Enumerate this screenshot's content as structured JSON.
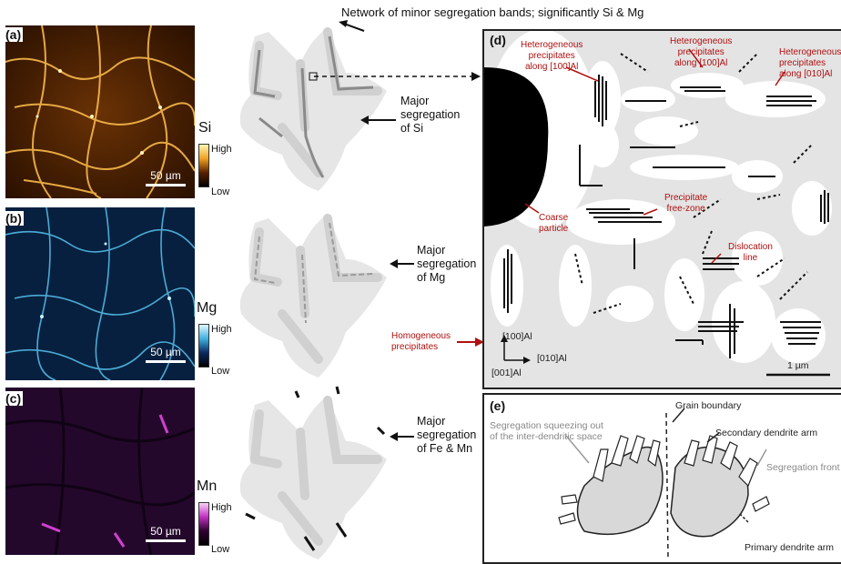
{
  "panels": {
    "a": {
      "label": "(a)",
      "element": "Si",
      "high": "High",
      "low": "Low",
      "scale": "50 µm"
    },
    "b": {
      "label": "(b)",
      "element": "Mg",
      "high": "High",
      "low": "Low",
      "scale": "50 µm"
    },
    "c": {
      "label": "(c)",
      "element": "Mn",
      "high": "High",
      "low": "Low",
      "scale": "50 µm"
    },
    "d": {
      "label": "(d)",
      "scale": "1 µm"
    },
    "e": {
      "label": "(e)"
    }
  },
  "annotations": {
    "network": "Network of minor segregation bands; significantly Si & Mg",
    "major_si": [
      "Major",
      "segregation",
      "of Si"
    ],
    "major_mg": [
      "Major",
      "segregation",
      "of Mg"
    ],
    "major_femn": [
      "Major",
      "segregation",
      "of Fe & Mn"
    ],
    "homogeneous": [
      "Homogeneous",
      "precipitates"
    ]
  },
  "panel_d": {
    "het100": [
      "Heterogeneous",
      "precipitates",
      "along [100]Al"
    ],
    "het100b": [
      "Heterogeneous",
      "precipitates",
      "along [100]Al"
    ],
    "het010": [
      "Heterogeneous",
      "precipitates",
      "along [010]Al"
    ],
    "coarse": [
      "Coarse",
      "particle"
    ],
    "pfz": [
      "Precipitate",
      "free-zone"
    ],
    "dislocation": [
      "Dislocation",
      "line"
    ],
    "axis_100": "[100]Al",
    "axis_010": "[010]Al",
    "axis_001": "[001]Al"
  },
  "panel_e": {
    "grain_boundary": "Grain boundary",
    "squeeze": [
      "Segregation squeezing out",
      "of the inter-dendritic space"
    ],
    "secondary": "Secondary dendrite arm",
    "front": "Segregation front",
    "primary": "Primary dendrite arm"
  },
  "colors": {
    "si": "#f0a020",
    "mg": "#40b0e0",
    "mn": "#c030c0",
    "red": "#b01010"
  }
}
